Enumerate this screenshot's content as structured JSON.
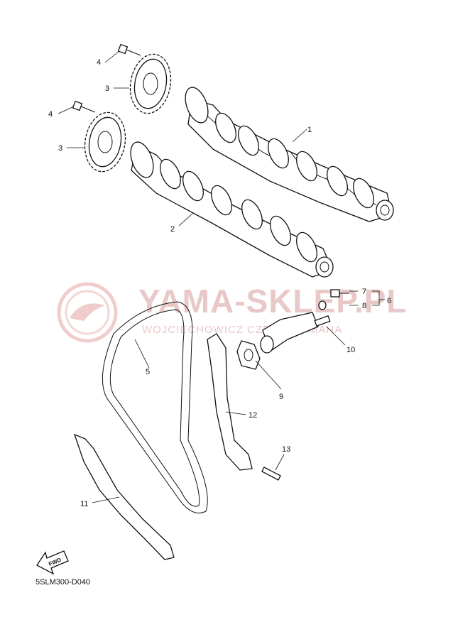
{
  "watermark": {
    "brand": "YAMA-SKLEP.PL",
    "subtitle": "WOJCIECHOWICZ  CZĘŚCI YAMAHA"
  },
  "diagram_code": "5SLM300-D040",
  "fwd_label": "FWD",
  "callouts": [
    {
      "id": "c1",
      "text": "1"
    },
    {
      "id": "c2",
      "text": "2"
    },
    {
      "id": "c3a",
      "text": "3"
    },
    {
      "id": "c3b",
      "text": "3"
    },
    {
      "id": "c4a",
      "text": "4"
    },
    {
      "id": "c4b",
      "text": "4"
    },
    {
      "id": "c5",
      "text": "5"
    },
    {
      "id": "c6",
      "text": "6"
    },
    {
      "id": "c7",
      "text": "7"
    },
    {
      "id": "c8",
      "text": "8"
    },
    {
      "id": "c9",
      "text": "9"
    },
    {
      "id": "c10",
      "text": "10"
    },
    {
      "id": "c11",
      "text": "11"
    },
    {
      "id": "c12",
      "text": "12"
    },
    {
      "id": "c13",
      "text": "13"
    }
  ]
}
